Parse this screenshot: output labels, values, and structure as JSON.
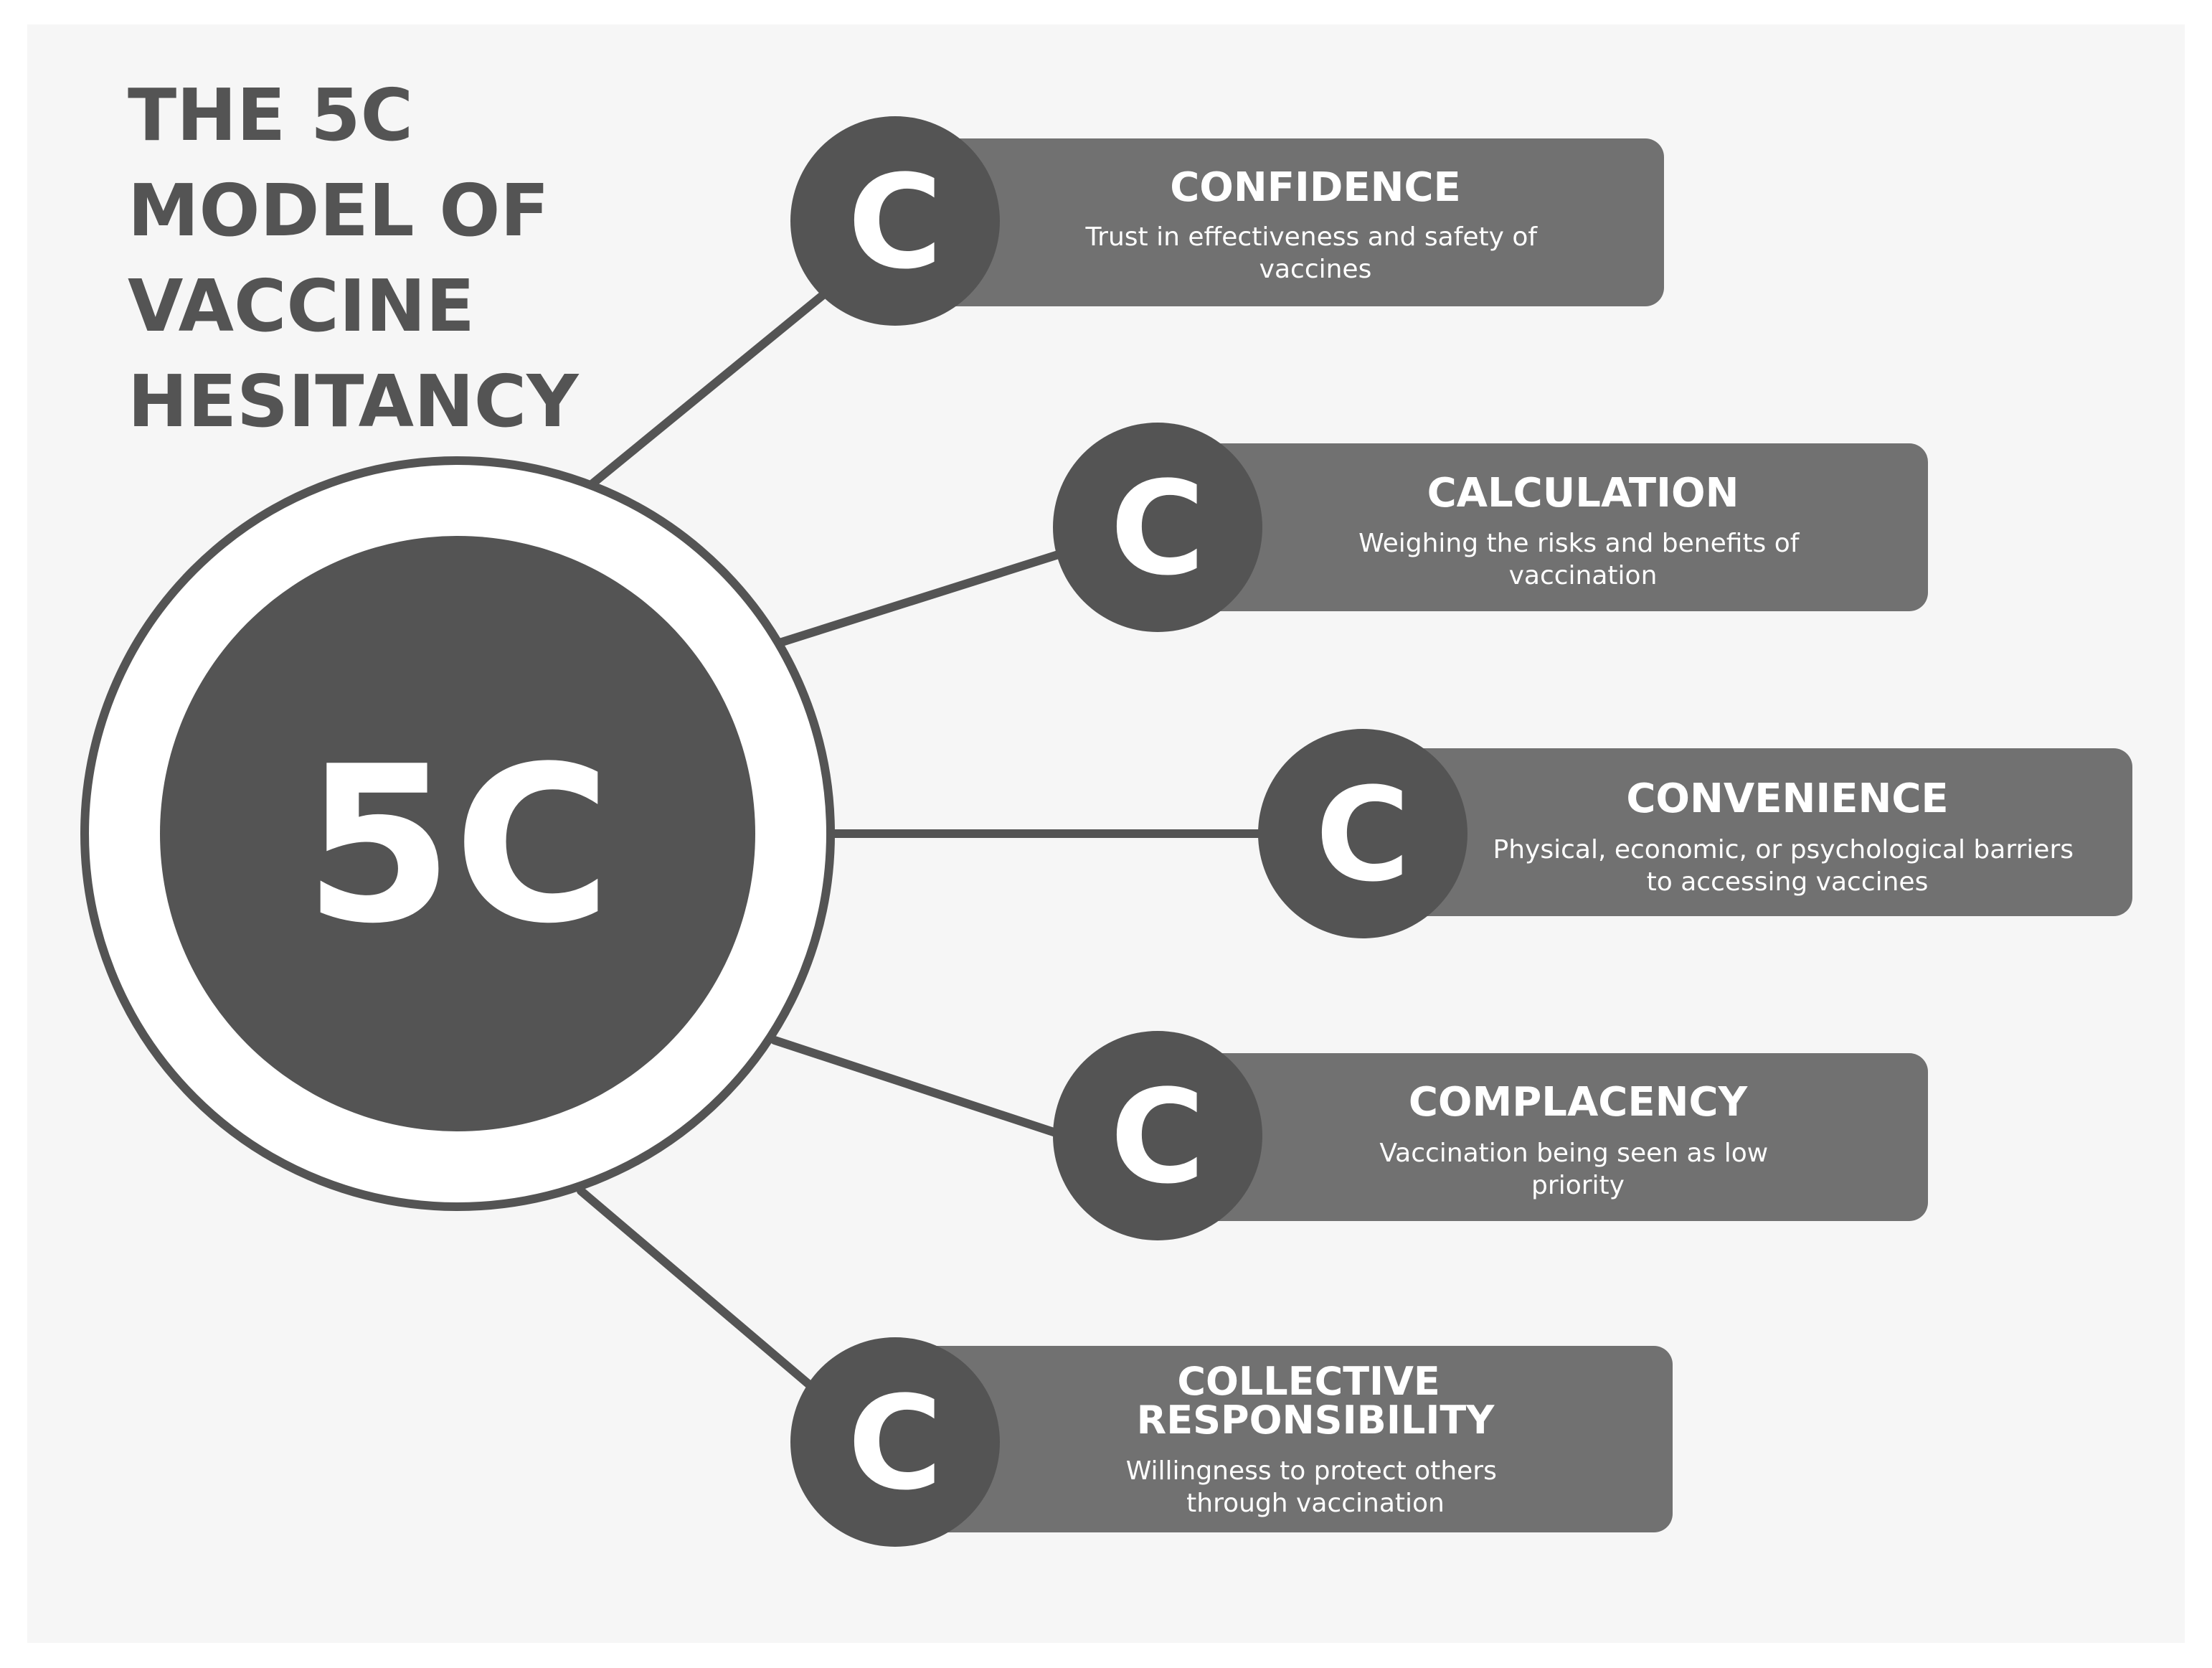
{
  "title_lines": [
    "THE 5C",
    "MODEL OF",
    "VACCINE",
    "HESITANCY"
  ],
  "hub_label": "5C",
  "colors": {
    "background": "#f6f6f6",
    "dark": "#545454",
    "panel": "#717171",
    "text_light": "#ffffff"
  },
  "items": [
    {
      "letter": "C",
      "title": [
        "CONFIDENCE"
      ],
      "desc": [
        "Trust in effectiveness and safety of",
        "vaccines"
      ]
    },
    {
      "letter": "C",
      "title": [
        "CALCULATION"
      ],
      "desc": [
        "Weighing the risks and benefits of",
        "vaccination"
      ]
    },
    {
      "letter": "C",
      "title": [
        "CONVENIENCE"
      ],
      "desc": [
        "Physical, economic, or psychological barriers",
        "to accessing vaccines"
      ]
    },
    {
      "letter": "C",
      "title": [
        "COMPLACENCY"
      ],
      "desc": [
        "Vaccination being seen as low",
        "priority"
      ]
    },
    {
      "letter": "C",
      "title": [
        "COLLECTIVE",
        "RESPONSIBILITY"
      ],
      "desc": [
        "Willingness to protect others",
        "through vaccination"
      ]
    }
  ]
}
